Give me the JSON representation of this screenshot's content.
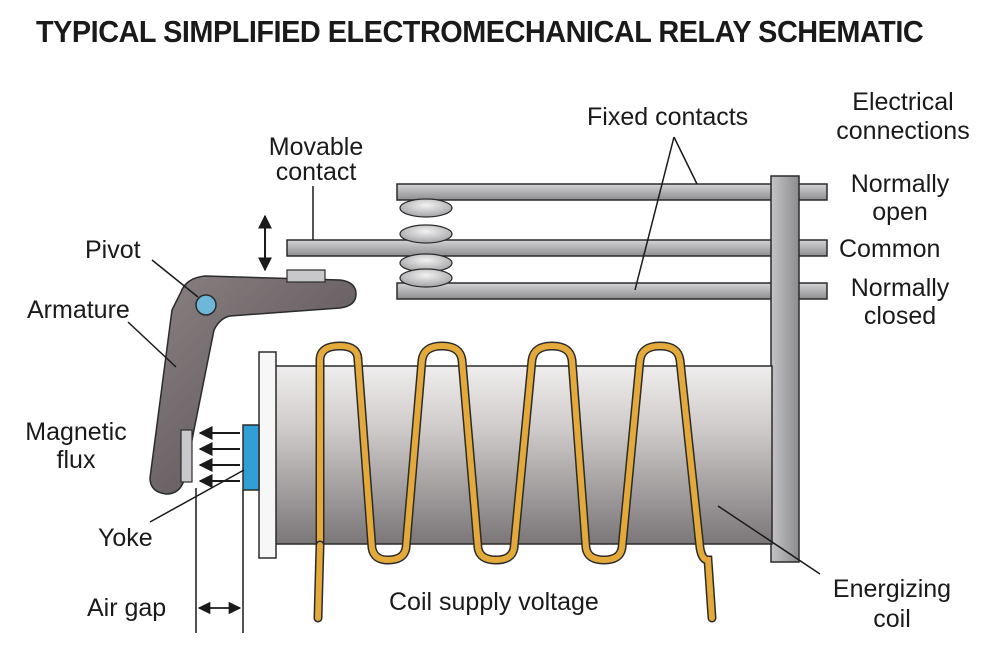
{
  "title": "TYPICAL SIMPLIFIED ELECTROMECHANICAL RELAY SCHEMATIC",
  "labels": {
    "fixed_contacts": "Fixed contacts",
    "electrical_connections_1": "Electrical",
    "electrical_connections_2": "connections",
    "movable_contact_1": "Movable",
    "movable_contact_2": "contact",
    "normally_open_1": "Normally",
    "normally_open_2": "open",
    "common": "Common",
    "normally_closed_1": "Normally",
    "normally_closed_2": "closed",
    "pivot": "Pivot",
    "armature": "Armature",
    "magnetic_flux_1": "Magnetic",
    "magnetic_flux_2": "flux",
    "yoke": "Yoke",
    "air_gap": "Air gap",
    "coil_supply_voltage": "Coil supply voltage",
    "energizing_coil_1": "Energizing",
    "energizing_coil_2": "coil"
  },
  "colors": {
    "coil_wire": "#e3a93b",
    "core_body": "#bdb8b6",
    "armature": "#6d6466",
    "yoke_pole": "#2f9fd6",
    "contact_bar": "#a6a6a8",
    "outline": "#2b2b2b"
  }
}
